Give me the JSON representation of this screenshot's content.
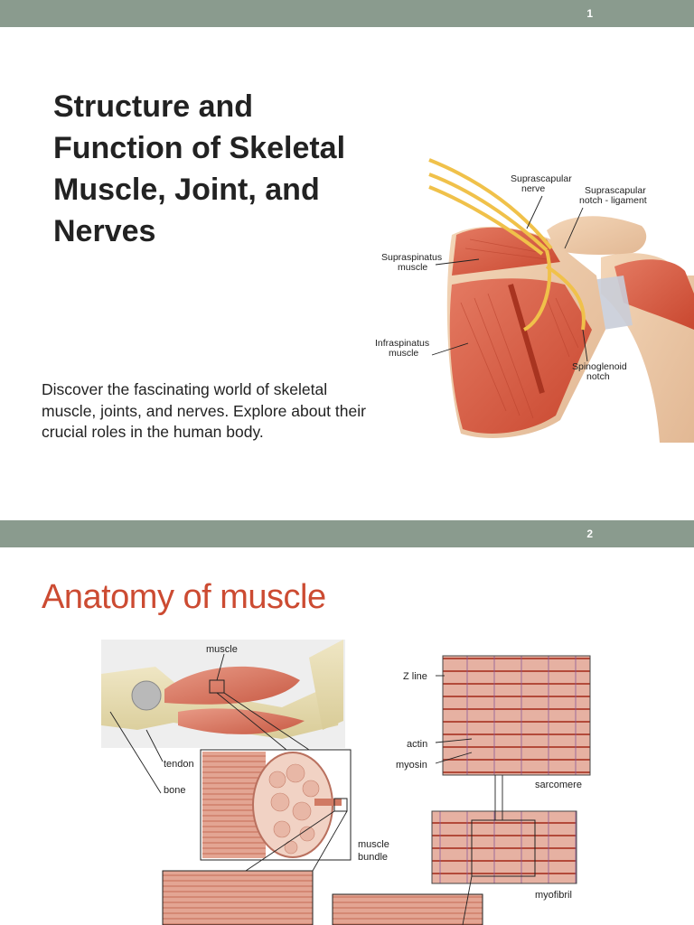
{
  "slide1": {
    "number": "1",
    "title_lines": [
      "Structure and",
      "Function of Skeletal",
      "Muscle, Joint, and",
      "Nerves"
    ],
    "body_lines": [
      "Discover the fascinating world of skeletal",
      "muscle, joints, and nerves. Explore about their",
      "crucial roles in the human body."
    ],
    "figure_labels": {
      "suprascapular_nerve": [
        "Suprascapular",
        "nerve"
      ],
      "suprascapular_notch": [
        "Suprascapular",
        "notch - ligament"
      ],
      "supraspinatus": [
        "Supraspinatus",
        "muscle"
      ],
      "infraspinatus": [
        "Infraspinatus",
        "muscle"
      ],
      "spinoglenoid": [
        "Spinoglenoid",
        "notch"
      ]
    }
  },
  "slide2": {
    "number": "2",
    "title": "Anatomy of muscle",
    "figure_labels": {
      "muscle": "muscle",
      "tendon": "tendon",
      "bone": "bone",
      "muscle_bundle": [
        "muscle",
        "bundle"
      ],
      "z_line": "Z line",
      "actin": "actin",
      "myosin": "myosin",
      "sarcomere": "sarcomere",
      "myofibril": "myofibril"
    }
  },
  "colors": {
    "header_bar": "#8a9b8e",
    "title_accent": "#cc4b32",
    "muscle_red": "#d9604a",
    "bone": "#e8dfb8",
    "nerve": "#f0c14a"
  }
}
